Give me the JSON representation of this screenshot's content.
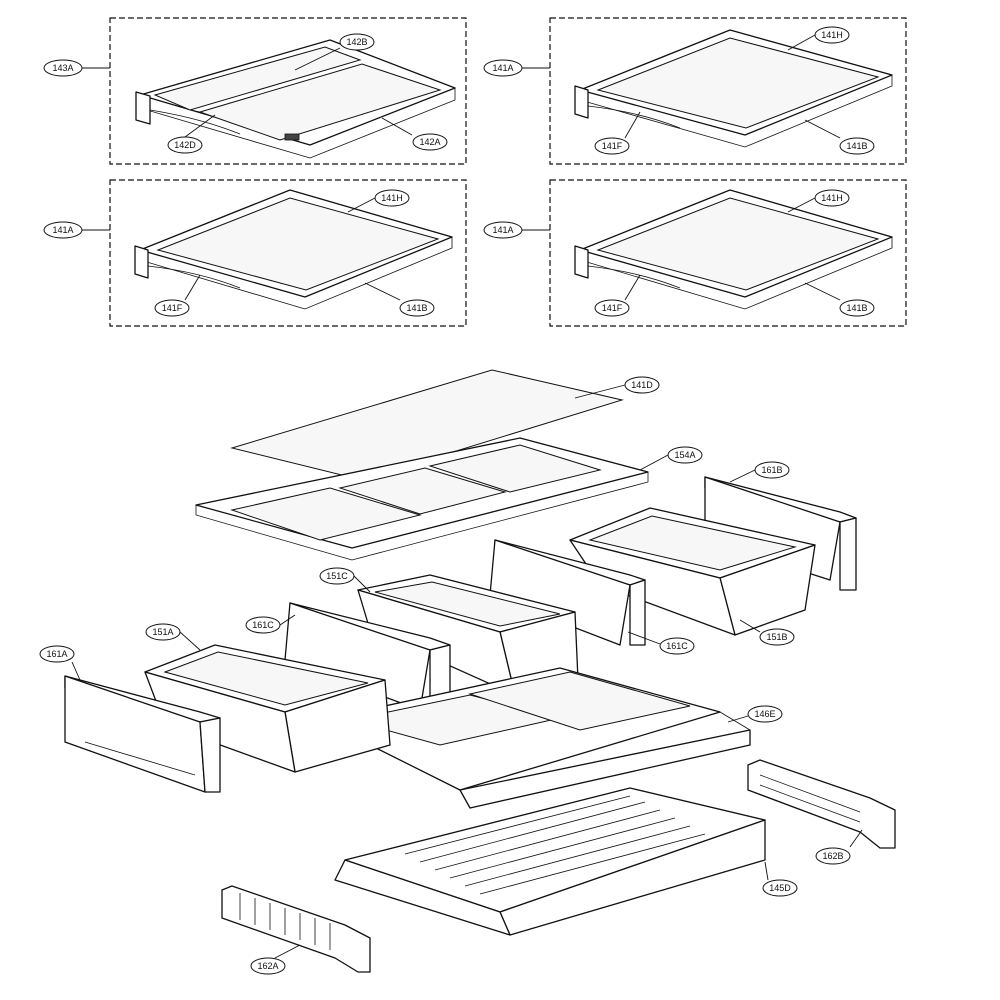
{
  "labels": {
    "l143A": "143A",
    "l142B": "142B",
    "l142D": "142D",
    "l142A": "142A",
    "l141A_1": "141A",
    "l141H_1": "141H",
    "l141F_1": "141F",
    "l141B_1": "141B",
    "l141A_2": "141A",
    "l141H_2": "141H",
    "l141F_2": "141F",
    "l141B_2": "141B",
    "l141A_3": "141A",
    "l141H_3": "141H",
    "l141F_3": "141F",
    "l141B_3": "141B",
    "l141D": "141D",
    "l154A": "154A",
    "l161B": "161B",
    "l151C": "151C",
    "l161C_1": "161C",
    "l151B": "151B",
    "l161C_2": "161C",
    "l151A": "151A",
    "l161A": "161A",
    "l146E": "146E",
    "l162B": "162B",
    "l145D": "145D",
    "l162A": "162A"
  },
  "colors": {
    "line": "#111111",
    "background": "#ffffff",
    "shade": "#d9d9d9"
  }
}
